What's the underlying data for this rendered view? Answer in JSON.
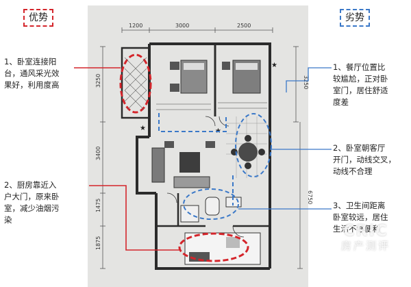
{
  "tags": {
    "advantages": "优势",
    "disadvantages": "劣势"
  },
  "dimensions": {
    "top": [
      "1200",
      "3000",
      "2500"
    ],
    "left": [
      "3250",
      "3400",
      "1475",
      "1875"
    ],
    "right": [
      "3250",
      "6750"
    ]
  },
  "advantages": [
    {
      "text": "1、卧室连接阳\n台，通风采光效\n果好，利用度高"
    },
    {
      "text": "2、厨房靠近入\n户大门，原来卧\n室，减少油烟污\n染"
    }
  ],
  "disadvantages": [
    {
      "text": "1、餐厅位置比\n较尴尬，正对卧\n室门，居住舒适\n度差"
    },
    {
      "text": "2、卧室朝客厅\n开门，动线交叉，\n动线不合理"
    },
    {
      "text": "3、卫生间距离\n卧室较远，居住\n生活不够便利"
    }
  ],
  "watermark": {
    "line1": "CRIC",
    "line2": "房产测评"
  },
  "colors": {
    "advantage": "#d4252b",
    "disadvantage": "#3a78c8"
  }
}
